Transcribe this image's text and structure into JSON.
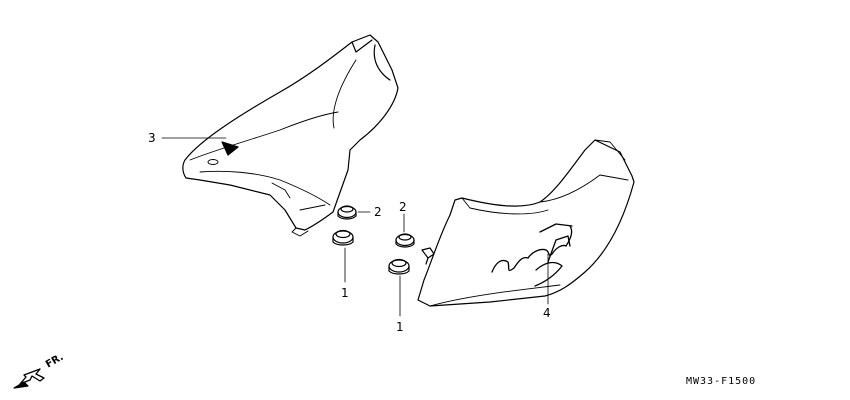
{
  "diagram": {
    "callouts": [
      {
        "id": "c3",
        "text": "3"
      },
      {
        "id": "c2a",
        "text": "2"
      },
      {
        "id": "c2b",
        "text": "2"
      },
      {
        "id": "c1a",
        "text": "1"
      },
      {
        "id": "c1b",
        "text": "1"
      },
      {
        "id": "c4",
        "text": "4"
      }
    ],
    "direction_label": "FR.",
    "diagram_code": "MW33-F1500"
  }
}
